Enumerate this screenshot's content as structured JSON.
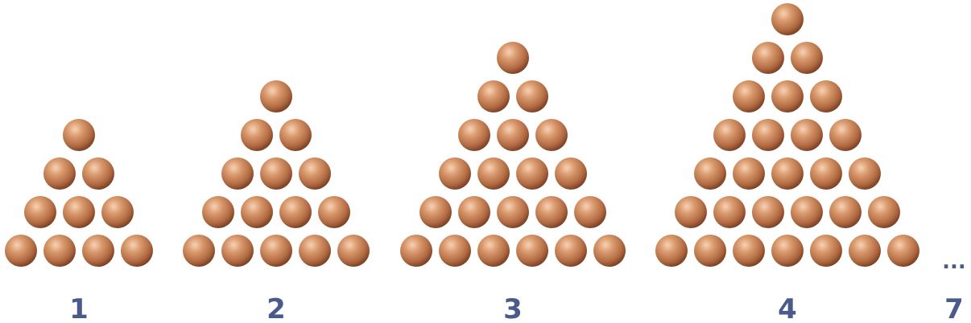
{
  "figures": [
    {
      "label": "1",
      "rows": 4
    },
    {
      "label": "2",
      "rows": 5
    },
    {
      "label": "3",
      "rows": 6
    },
    {
      "label": "4",
      "rows": 7
    }
  ],
  "ellipsis": "...",
  "final_label": "7",
  "colors": {
    "ball_light": "#f6d2b4",
    "ball_mid": "#c9865c",
    "ball_dark": "#7a3f22",
    "label": "#4a5a8a"
  }
}
